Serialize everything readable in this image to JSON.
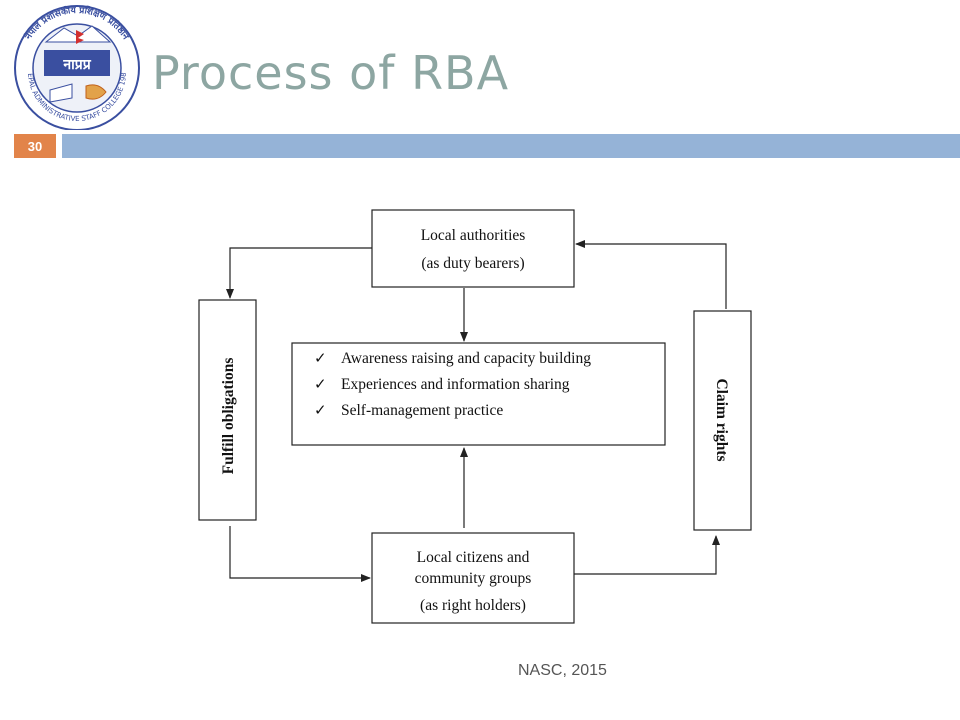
{
  "slide": {
    "title": "Process of RBA",
    "number": "30",
    "credit": "NASC, 2015",
    "accent_color": "#e2844a",
    "bar_color": "#95b3d7",
    "title_color": "#8da6a2"
  },
  "logo": {
    "arc_text": "नेपाल प्रशासकीय प्रशिक्षण प्रतिष्ठान",
    "ring_text": "NEPAL ADMINISTRATIVE STAFF COLLEGE 1982",
    "center_text": "नाप्रप्र"
  },
  "diagram": {
    "top_box": {
      "line1": "Local authorities",
      "line2": "(as duty bearers)"
    },
    "center_box": {
      "check_mark": "✓",
      "items": [
        "Awareness raising and capacity building",
        "Experiences and information sharing",
        "Self-management practice"
      ]
    },
    "bottom_box": {
      "line1": "Local citizens and",
      "line2": "community groups",
      "line3": "(as right holders)"
    },
    "left_box": {
      "label": "Fulfill obligations"
    },
    "right_box": {
      "label": "Claim rights"
    }
  }
}
